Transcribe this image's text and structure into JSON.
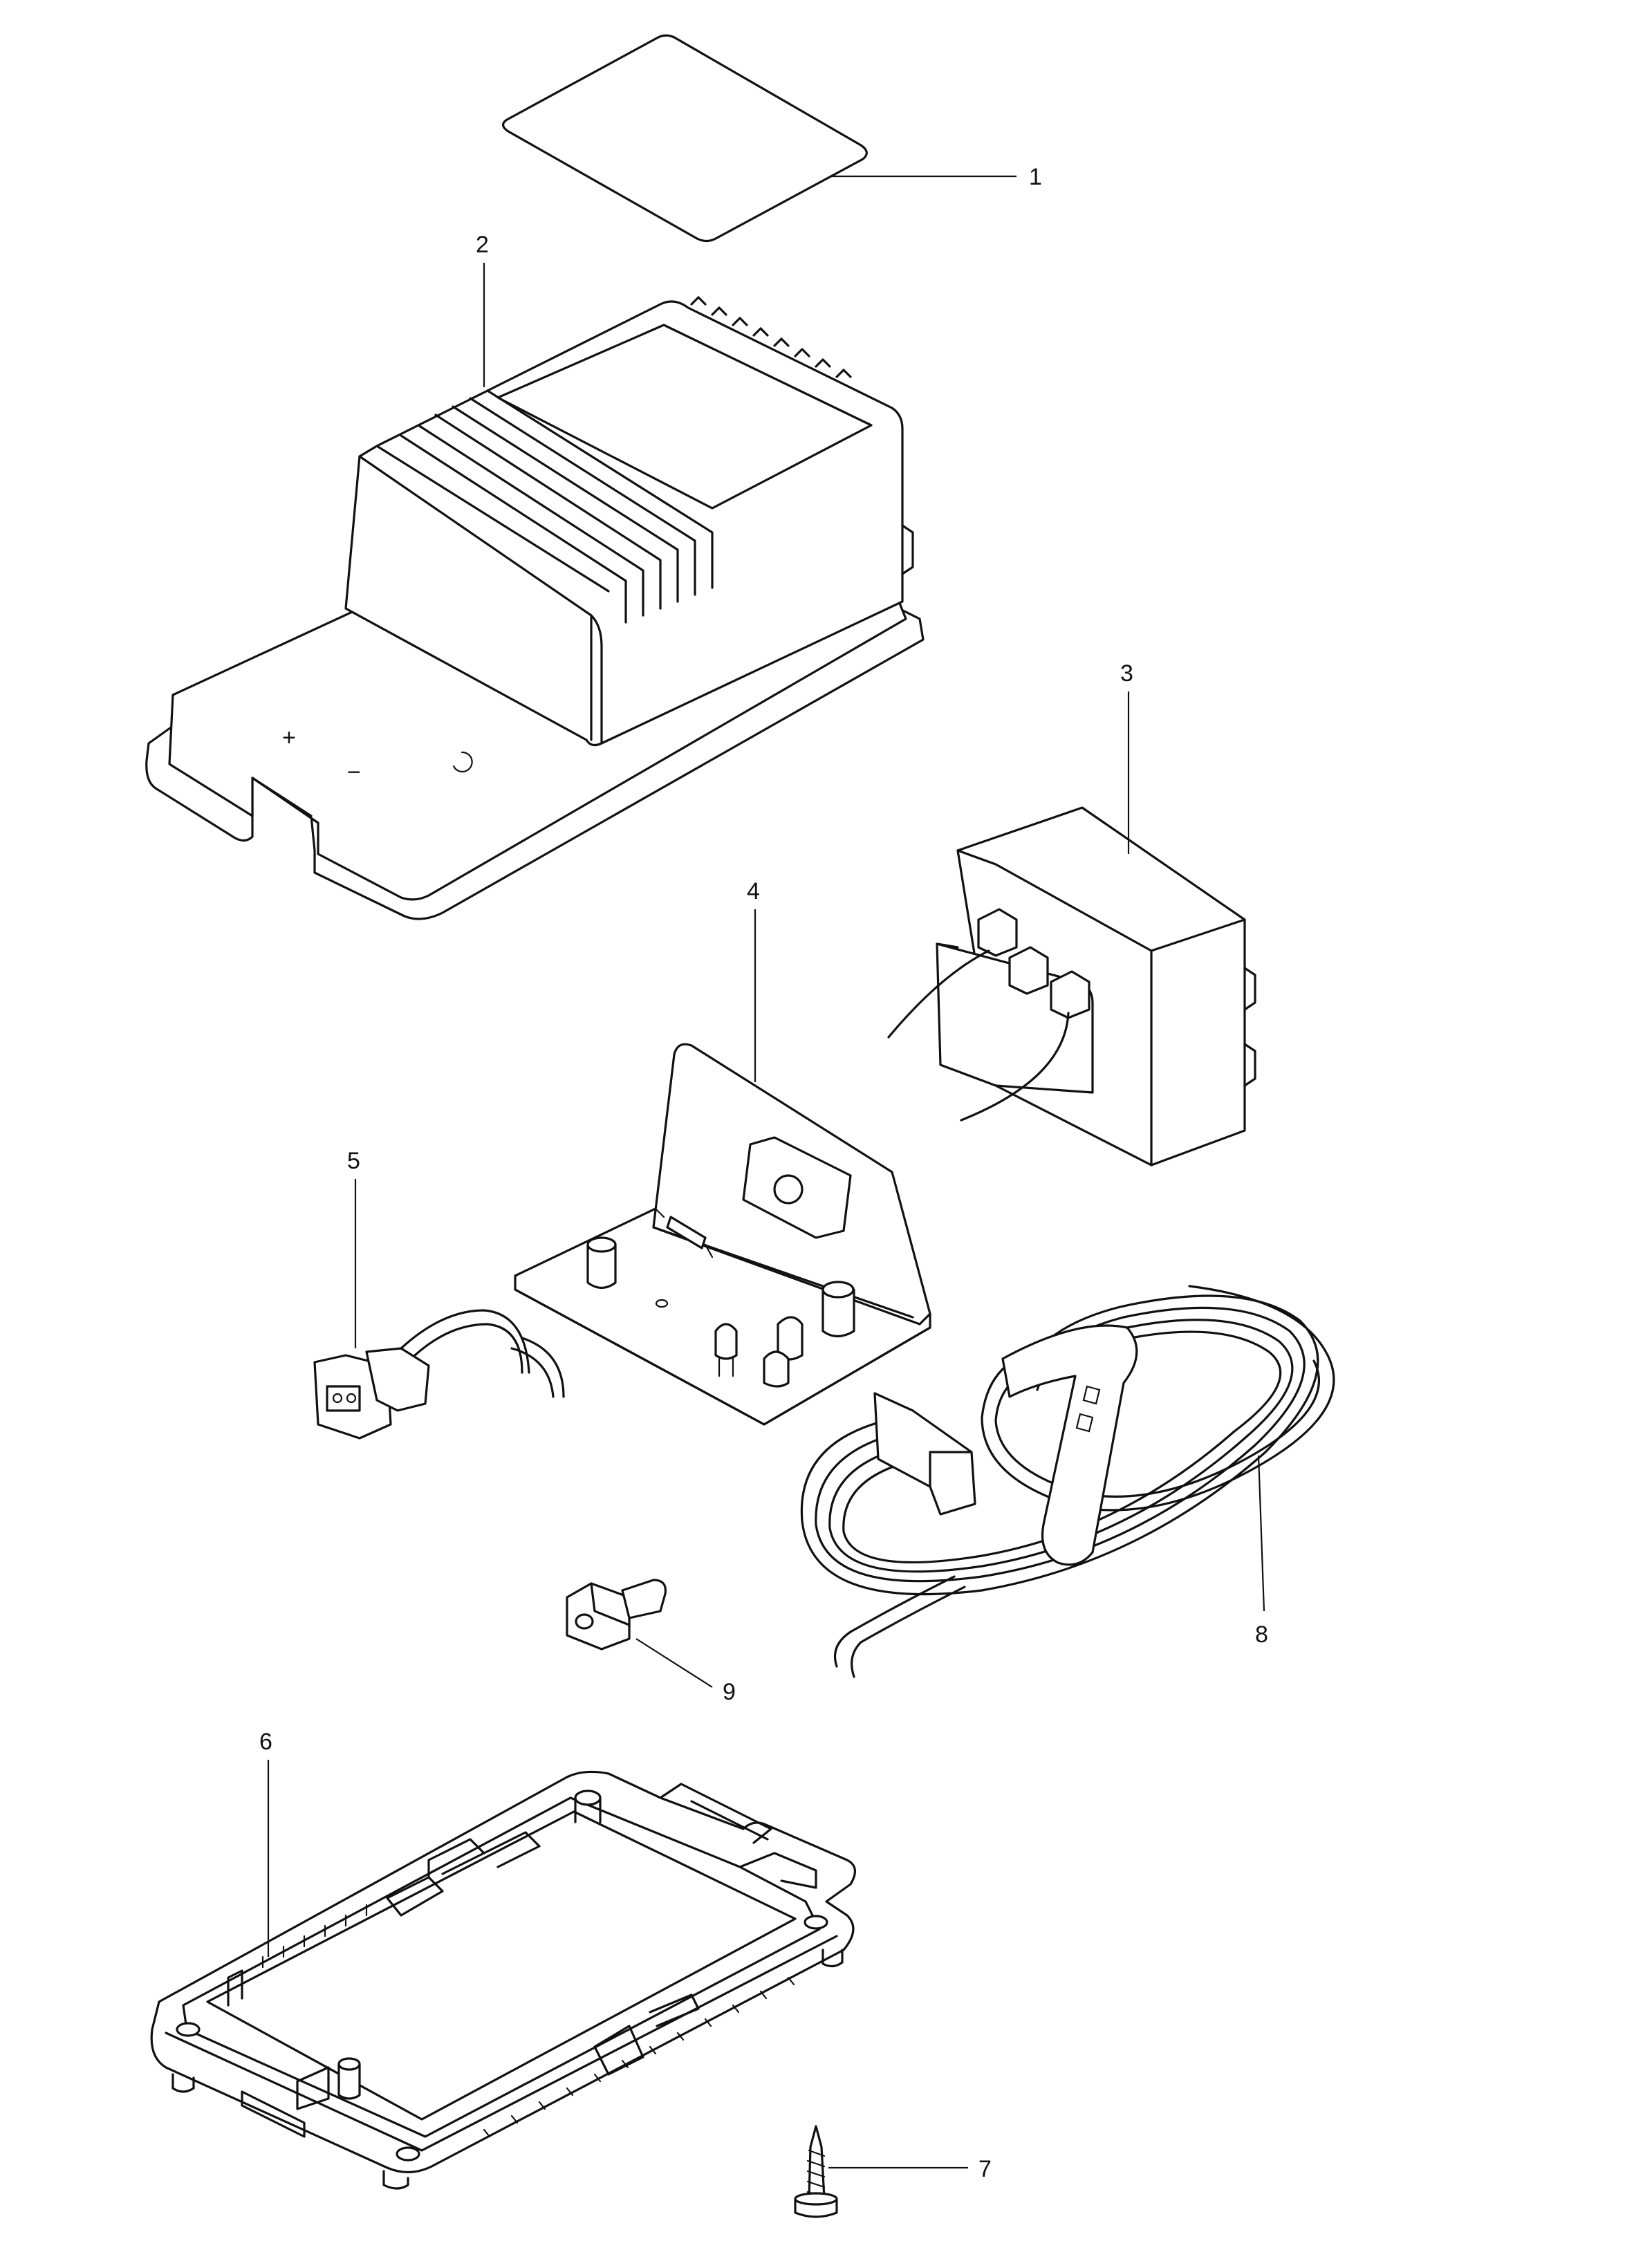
{
  "diagram": {
    "parts": [
      {
        "id": "label-sticker",
        "number": "1"
      },
      {
        "id": "housing-cover",
        "number": "2",
        "terminal_marks": {
          "plus": "+",
          "minus": "−"
        }
      },
      {
        "id": "transformer",
        "number": "3"
      },
      {
        "id": "circuit-board",
        "number": "4"
      },
      {
        "id": "terminal-connector",
        "number": "5"
      },
      {
        "id": "housing-base",
        "number": "6"
      },
      {
        "id": "tapping-screw",
        "number": "7"
      },
      {
        "id": "power-cord",
        "number": "8"
      },
      {
        "id": "led-holder",
        "number": "9"
      }
    ]
  }
}
